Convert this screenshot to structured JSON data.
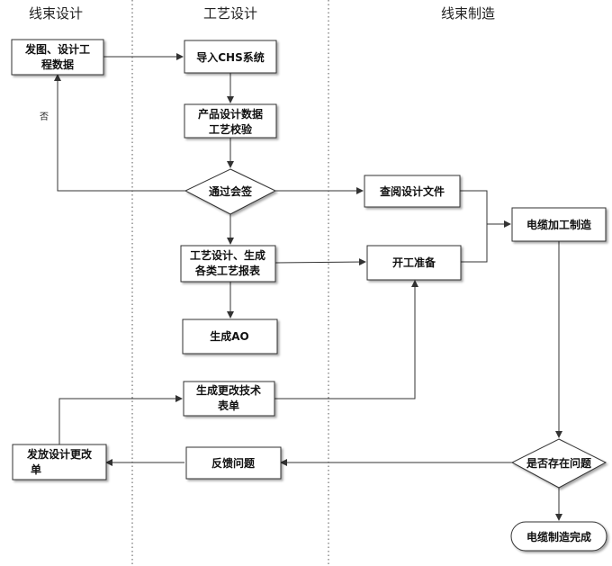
{
  "lanes": {
    "design": "线束设计",
    "process": "工艺设计",
    "manufacture": "线束制造"
  },
  "nodes": {
    "issue_drawing": [
      "发图、设计工",
      "程数据"
    ],
    "import_chs": [
      "导入CHS系统"
    ],
    "verify_data": [
      "产品设计数据",
      "工艺校验"
    ],
    "countersign": [
      "通过会签"
    ],
    "review_docs": [
      "查阅设计文件"
    ],
    "cable_processing": [
      "电缆加工制造"
    ],
    "process_reports": [
      "工艺设计、生成",
      "各类工艺报表"
    ],
    "work_prep": [
      "开工准备"
    ],
    "generate_ao": [
      "生成AO"
    ],
    "change_form": [
      "生成更改技术",
      "表单"
    ],
    "issue_change": [
      "发放设计更改",
      "单"
    ],
    "feedback": [
      "反馈问题"
    ],
    "has_problem": [
      "是否存在问题"
    ],
    "complete": [
      "电缆制造完成"
    ]
  },
  "labels": {
    "no": "否"
  }
}
